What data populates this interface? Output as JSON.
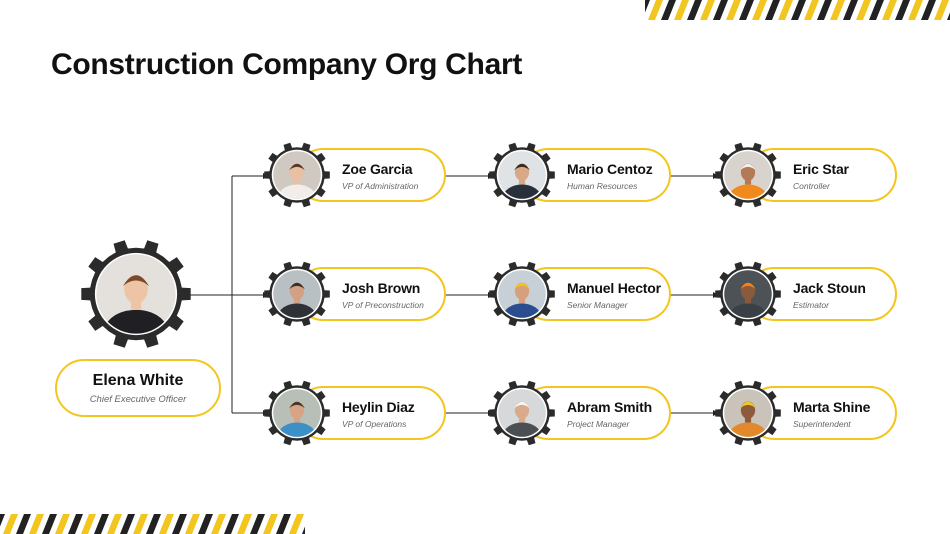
{
  "title": "Construction Company Org Chart",
  "colors": {
    "accent": "#f3c51f",
    "stripe_dark": "#222222",
    "gear": "#2b2b2b",
    "line": "#222222"
  },
  "ceo": {
    "name": "Elena White",
    "role": "Chief  Executive Officer"
  },
  "rows": [
    {
      "people": [
        {
          "name": "Zoe Garcia",
          "role": "VP of Administration"
        },
        {
          "name": "Mario Centoz",
          "role": "Human Resources"
        },
        {
          "name": "Eric Star",
          "role": "Controller"
        }
      ]
    },
    {
      "people": [
        {
          "name": "Josh Brown",
          "role": "VP of Preconstruction"
        },
        {
          "name": "Manuel Hector",
          "role": "Senior Manager"
        },
        {
          "name": "Jack Stoun",
          "role": "Estimator"
        }
      ]
    },
    {
      "people": [
        {
          "name": "Heylin Diaz",
          "role": "VP of Operations"
        },
        {
          "name": "Abram Smith",
          "role": "Project Manager"
        },
        {
          "name": "Marta Shine",
          "role": "Superintendent"
        }
      ]
    }
  ]
}
